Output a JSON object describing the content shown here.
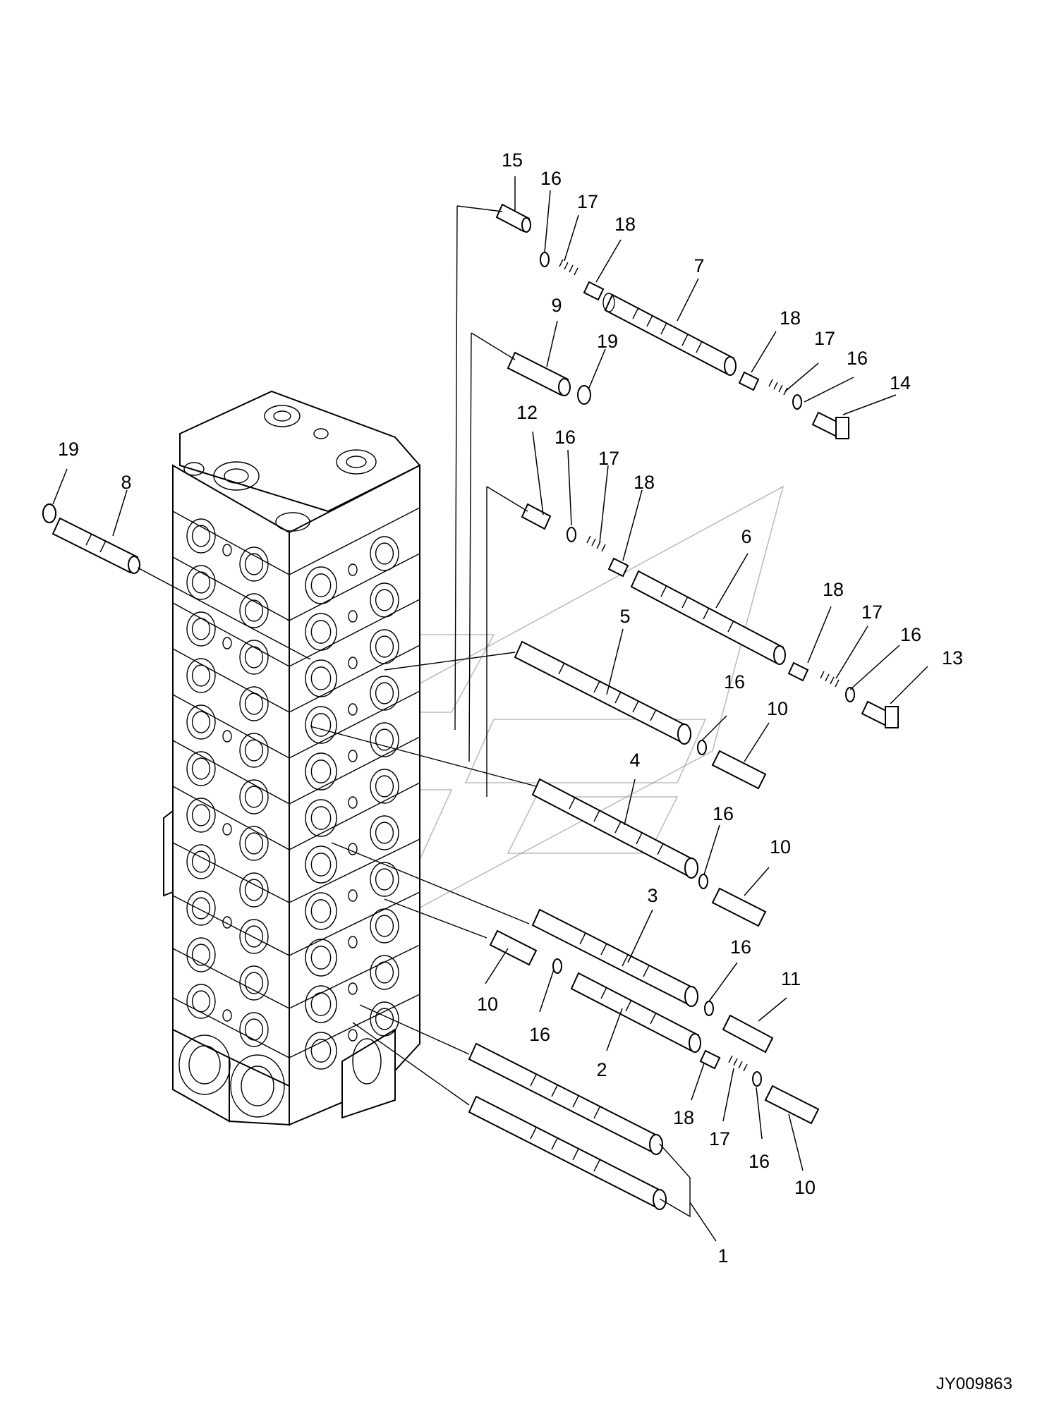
{
  "drawing_ref": "JY009863",
  "labels": [
    {
      "id": "lbl-15",
      "text": "15"
    },
    {
      "id": "lbl-16a",
      "text": "16"
    },
    {
      "id": "lbl-17a",
      "text": "17"
    },
    {
      "id": "lbl-18a",
      "text": "18"
    },
    {
      "id": "lbl-7",
      "text": "7"
    },
    {
      "id": "lbl-9",
      "text": "9"
    },
    {
      "id": "lbl-19a",
      "text": "19"
    },
    {
      "id": "lbl-18b",
      "text": "18"
    },
    {
      "id": "lbl-17b",
      "text": "17"
    },
    {
      "id": "lbl-16b",
      "text": "16"
    },
    {
      "id": "lbl-14",
      "text": "14"
    },
    {
      "id": "lbl-19b",
      "text": "19"
    },
    {
      "id": "lbl-8",
      "text": "8"
    },
    {
      "id": "lbl-12",
      "text": "12"
    },
    {
      "id": "lbl-16c",
      "text": "16"
    },
    {
      "id": "lbl-17c",
      "text": "17"
    },
    {
      "id": "lbl-18c",
      "text": "18"
    },
    {
      "id": "lbl-6",
      "text": "6"
    },
    {
      "id": "lbl-18d",
      "text": "18"
    },
    {
      "id": "lbl-17d",
      "text": "17"
    },
    {
      "id": "lbl-16d",
      "text": "16"
    },
    {
      "id": "lbl-13",
      "text": "13"
    },
    {
      "id": "lbl-5",
      "text": "5"
    },
    {
      "id": "lbl-16e",
      "text": "16"
    },
    {
      "id": "lbl-10a",
      "text": "10"
    },
    {
      "id": "lbl-4",
      "text": "4"
    },
    {
      "id": "lbl-16f",
      "text": "16"
    },
    {
      "id": "lbl-10b",
      "text": "10"
    },
    {
      "id": "lbl-3",
      "text": "3"
    },
    {
      "id": "lbl-16g",
      "text": "16"
    },
    {
      "id": "lbl-11",
      "text": "11"
    },
    {
      "id": "lbl-10c",
      "text": "10"
    },
    {
      "id": "lbl-16h",
      "text": "16"
    },
    {
      "id": "lbl-2",
      "text": "2"
    },
    {
      "id": "lbl-18e",
      "text": "18"
    },
    {
      "id": "lbl-17e",
      "text": "17"
    },
    {
      "id": "lbl-16i",
      "text": "16"
    },
    {
      "id": "lbl-10d",
      "text": "10"
    },
    {
      "id": "lbl-1",
      "text": "1"
    }
  ]
}
